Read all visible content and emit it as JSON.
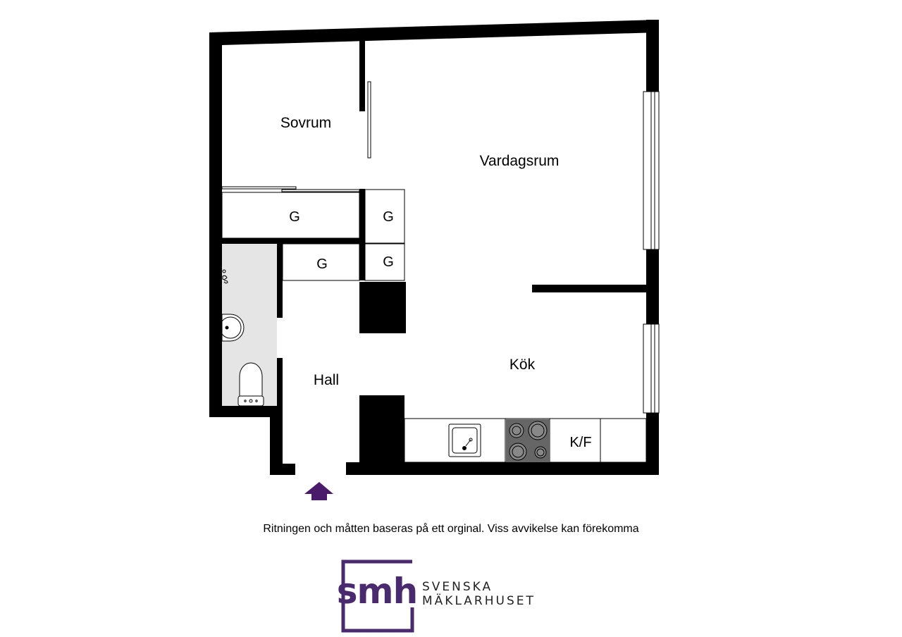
{
  "rooms": {
    "sovrum": "Sovrum",
    "vardagsrum": "Vardagsrum",
    "kok": "Kök",
    "hall": "Hall"
  },
  "storage": {
    "label": "G",
    "fridge_freezer": "K/F"
  },
  "disclaimer": "Ritningen och måtten baseras på ett orginal. Viss avvikelse kan förekomma",
  "brand": {
    "monogram": "smh",
    "line1": "SVENSKA",
    "line2": "MÄKLARHUSET",
    "color": "#4a2a6e"
  },
  "colors": {
    "wall": "#000000",
    "bathroom_floor": "#e5e5e5",
    "entrance_arrow": "#4a1a6b",
    "stove": "#666666"
  },
  "icons": {
    "entrance": "entrance-arrow-icon",
    "sink": "sink-icon",
    "stove": "stove-icon",
    "toilet": "toilet-icon",
    "washbasin": "washbasin-icon",
    "shower": "shower-icon"
  }
}
